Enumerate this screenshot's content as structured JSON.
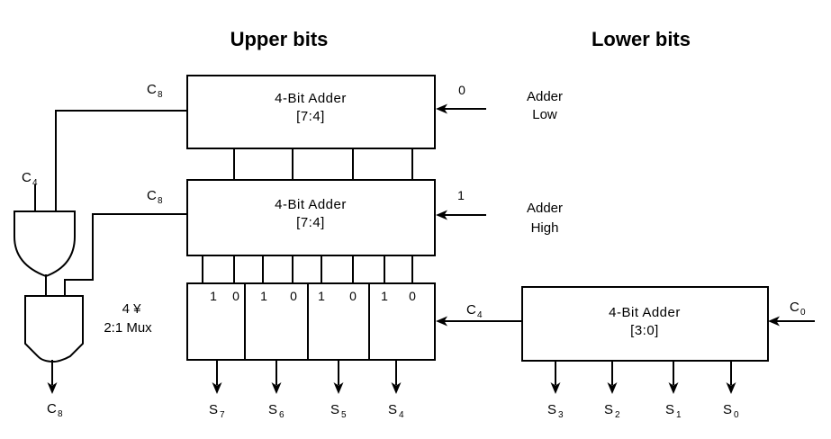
{
  "titles": {
    "upper": "Upper bits",
    "lower": "Lower bits"
  },
  "colors": {
    "line": "#000000",
    "background": "#ffffff"
  },
  "adder_low": {
    "name_line1": "4-Bit Adder",
    "name_line2": "[7:4]",
    "carry_in_value": "0",
    "side_label_line1": "Adder",
    "side_label_line2": "Low",
    "carry_out": {
      "base": "C",
      "sub": "8"
    }
  },
  "adder_high": {
    "name_line1": "4-Bit Adder",
    "name_line2": "[7:4]",
    "carry_in_value": "1",
    "side_label_line1": "Adder",
    "side_label_line2": "High",
    "carry_out": {
      "base": "C",
      "sub": "8"
    }
  },
  "adder_lower": {
    "name_line1": "4-Bit Adder",
    "name_line2": "[3:0]",
    "carry_in": {
      "base": "C",
      "sub": "0"
    },
    "carry_out": {
      "base": "C",
      "sub": "4"
    }
  },
  "mux": {
    "label_line1": "4 ¥",
    "label_line2": "2:1 Mux",
    "cells": [
      {
        "one": "1",
        "zero": "0"
      },
      {
        "one": "1",
        "zero": "0"
      },
      {
        "one": "1",
        "zero": "0"
      },
      {
        "one": "1",
        "zero": "0"
      }
    ]
  },
  "carry_logic": {
    "select_input": {
      "base": "C",
      "sub": "4"
    },
    "final_carry_out": {
      "base": "C",
      "sub": "8"
    },
    "or_gate_icon": "or-gate",
    "and_gate_icon": "and-gate"
  },
  "sum_upper": [
    {
      "base": "S",
      "sub": "7"
    },
    {
      "base": "S",
      "sub": "6"
    },
    {
      "base": "S",
      "sub": "5"
    },
    {
      "base": "S",
      "sub": "4"
    }
  ],
  "sum_lower": [
    {
      "base": "S",
      "sub": "3"
    },
    {
      "base": "S",
      "sub": "2"
    },
    {
      "base": "S",
      "sub": "1"
    },
    {
      "base": "S",
      "sub": "0"
    }
  ]
}
